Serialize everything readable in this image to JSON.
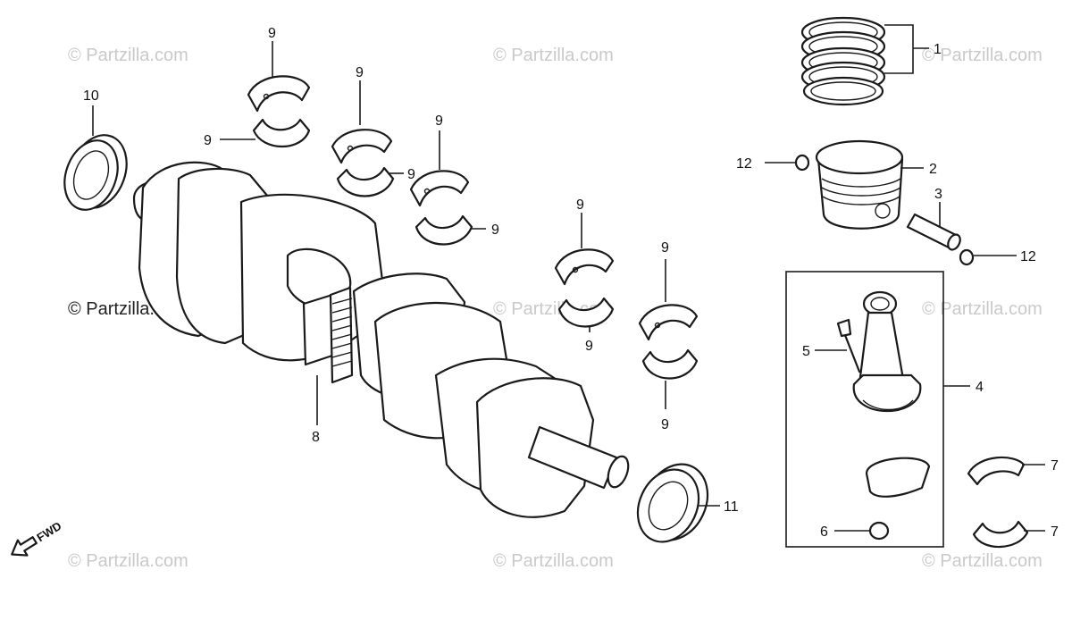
{
  "watermark": "© Partzilla.com",
  "direction_label": "FWD",
  "labels": {
    "ring_set": "1",
    "piston": "2",
    "piston_pin": "3",
    "connecting_rod": "4",
    "rod_bolt": "5",
    "rod_nut": "6",
    "rod_bearing_upper": "7",
    "rod_bearing_lower": "7",
    "crankshaft": "8",
    "main_bearing": "9",
    "oil_seal_left": "10",
    "oil_seal_right": "11",
    "pin_clip_left": "12",
    "pin_clip_right": "12"
  },
  "icons": {
    "direction_arrow": "fwd-arrow-icon"
  }
}
